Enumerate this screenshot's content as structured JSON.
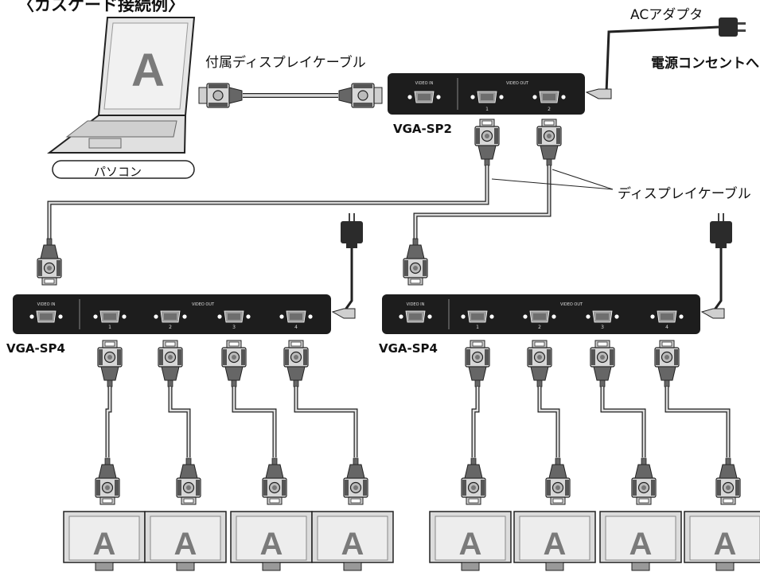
{
  "title": "〈カスケード接続例〉",
  "labels": {
    "included_cable": "付属ディスプレイケーブル",
    "ac_adapter": "ACアダプタ",
    "to_outlet": "電源コンセントへ",
    "display_cable": "ディスプレイケーブル",
    "pc": "パソコン"
  },
  "screen_letter": "A",
  "splitter_main": {
    "name": "VGA-SP2",
    "input_label": "VIDEO IN",
    "output_label": "VIDEO OUT",
    "ports": [
      "1",
      "2"
    ]
  },
  "splitters_sub": [
    {
      "name": "VGA-SP4",
      "input_label": "VIDEO IN",
      "output_label": "VIDEO OUT",
      "ports": [
        "1",
        "2",
        "3",
        "4"
      ]
    },
    {
      "name": "VGA-SP4",
      "input_label": "VIDEO IN",
      "output_label": "VIDEO OUT",
      "ports": [
        "1",
        "2",
        "3",
        "4"
      ]
    }
  ],
  "monitors": [
    {
      "letter": "A"
    },
    {
      "letter": "A"
    },
    {
      "letter": "A"
    },
    {
      "letter": "A"
    },
    {
      "letter": "A"
    },
    {
      "letter": "A"
    },
    {
      "letter": "A"
    },
    {
      "letter": "A"
    }
  ]
}
